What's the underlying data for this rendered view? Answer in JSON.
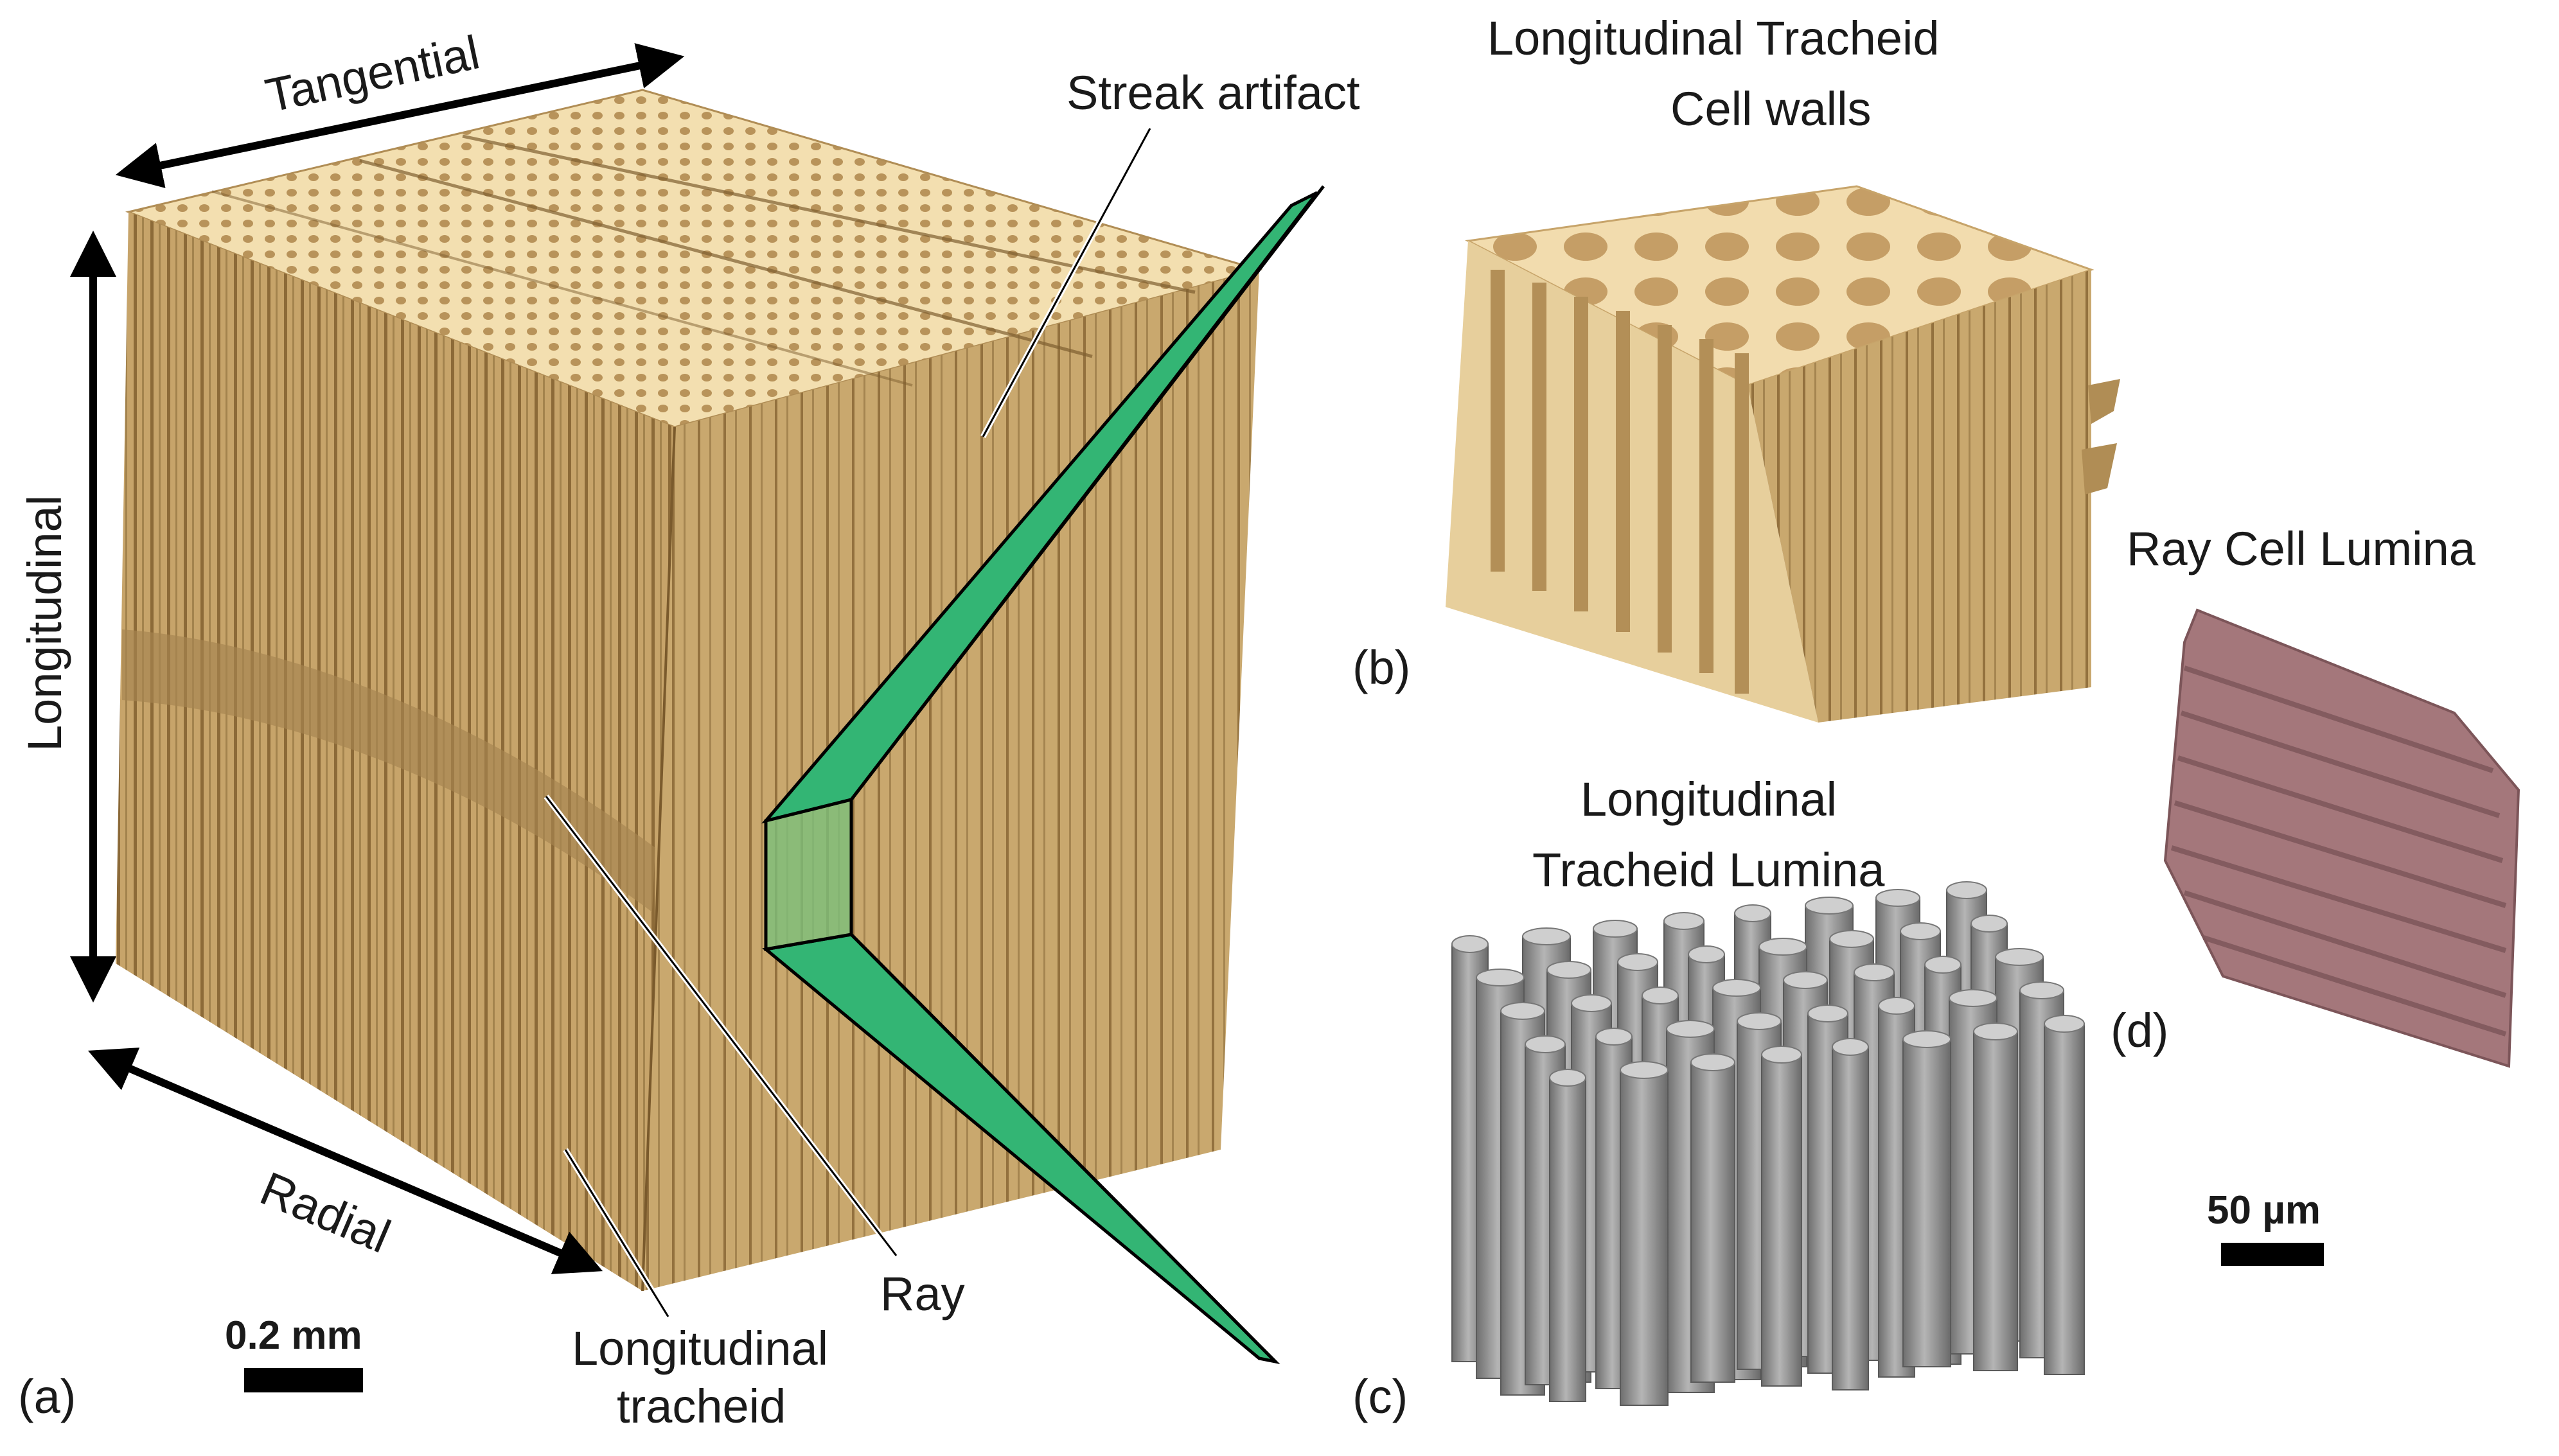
{
  "panel_a": {
    "letter": "(a)",
    "axes": {
      "tangential": "Tangential",
      "longitudinal": "Longitudinal",
      "radial": "Radial"
    },
    "callouts": {
      "streak": "Streak artifact",
      "ray": "Ray",
      "tracheid_line1": "Longitudinal",
      "tracheid_line2": "tracheid"
    },
    "scale_bar": "0.2 mm"
  },
  "panel_b": {
    "letter": "(b)",
    "title_line1": "Longitudinal Tracheid",
    "title_line2": "Cell walls"
  },
  "panel_c": {
    "letter": "(c)",
    "title_line1": "Longitudinal",
    "title_line2": "Tracheid Lumina"
  },
  "panel_d": {
    "letter": "(d)",
    "title": "Ray Cell Lumina",
    "scale_bar": "50 µm"
  },
  "colors": {
    "wood_top": "#f3dfb0",
    "wood_side": "#c7a46a",
    "wood_dark": "#8c6a38",
    "highlight": "#33b574",
    "lumina": "#8d8d8d",
    "ray": "#a4777b"
  }
}
